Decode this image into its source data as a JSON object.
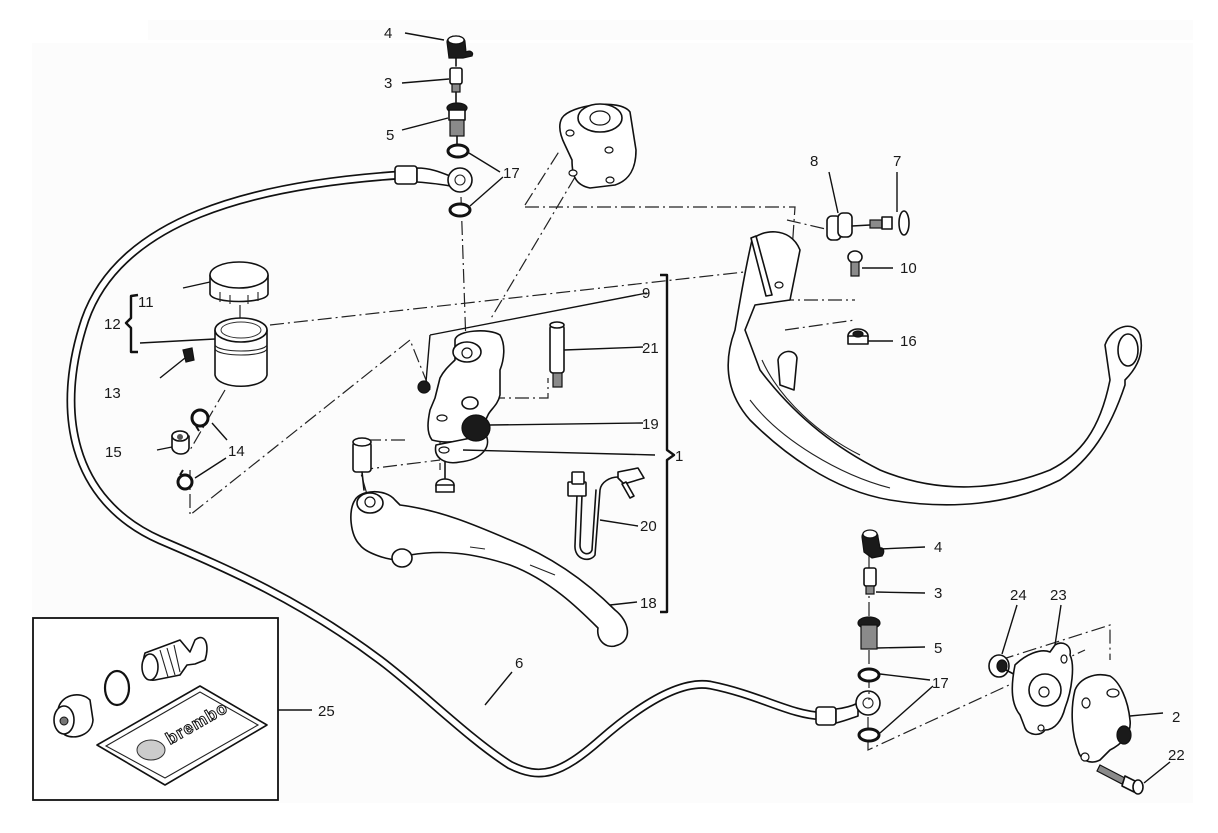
{
  "diagram": {
    "title": "Clutch master cylinder and hose - exploded parts diagram",
    "callouts": {
      "p1": "1",
      "p2": "2",
      "p3_top": "3",
      "p3_bottom": "3",
      "p4_top": "4",
      "p4_bottom": "4",
      "p5_top": "5",
      "p5_bottom": "5",
      "p6": "6",
      "p7": "7",
      "p8": "8",
      "p9": "9",
      "p10": "10",
      "p11": "11",
      "p12": "12",
      "p13": "13",
      "p14": "14",
      "p15": "15",
      "p16": "16",
      "p17_top": "17",
      "p17_bottom": "17",
      "p18": "18",
      "p19": "19",
      "p20": "20",
      "p21": "21",
      "p22": "22",
      "p23": "23",
      "p24": "24",
      "p25": "25"
    },
    "kit_brand_text": "brembo"
  }
}
